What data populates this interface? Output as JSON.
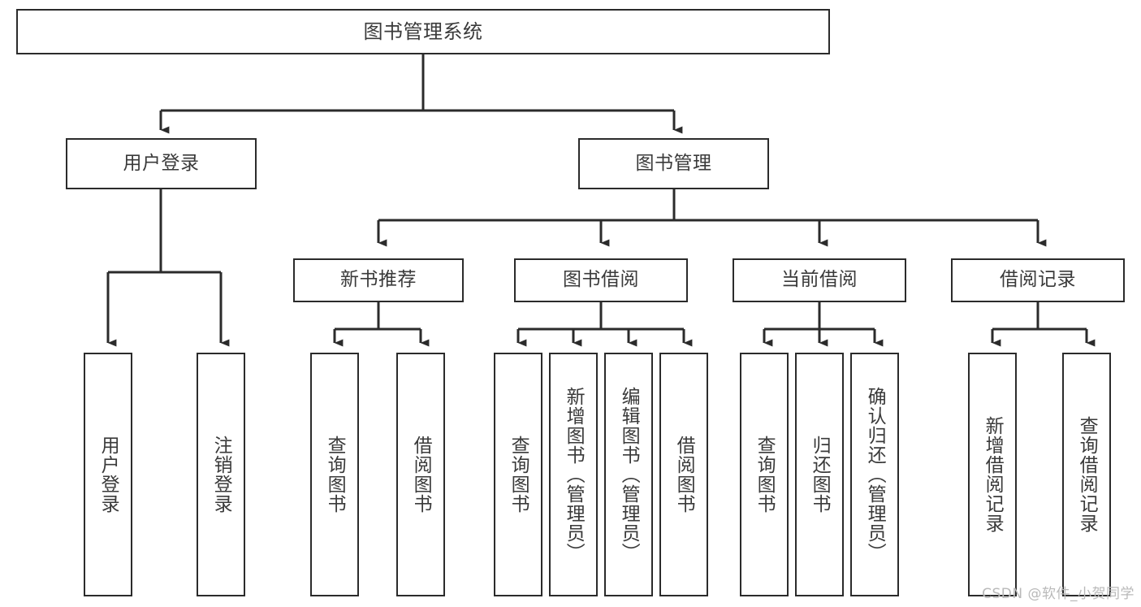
{
  "diagram": {
    "type": "tree",
    "title": "图书管理系统",
    "orientation": "top-down",
    "colors": {
      "background": "#ffffff",
      "box_border": "#2b2b2b",
      "box_fill": "#ffffff",
      "text": "#3a3a3a",
      "connector": "#2b2b2b",
      "watermark": "#b9b9b9"
    },
    "nodes": {
      "root": {
        "label": "图书管理系统"
      },
      "level2": [
        {
          "id": "user-login",
          "label": "用户登录"
        },
        {
          "id": "book-manage",
          "label": "图书管理"
        }
      ],
      "level3": [
        {
          "id": "new-book-recommend",
          "label": "新书推荐"
        },
        {
          "id": "book-borrow",
          "label": "图书借阅"
        },
        {
          "id": "current-borrow",
          "label": "当前借阅"
        },
        {
          "id": "borrow-record",
          "label": "借阅记录"
        }
      ],
      "leaves": {
        "user-login": [
          {
            "id": "leaf-user-login",
            "label": "用户登录"
          },
          {
            "id": "leaf-user-logout",
            "label": "注销登录"
          }
        ],
        "new-book-recommend": [
          {
            "id": "leaf-query-book-1",
            "label": "查询图书"
          },
          {
            "id": "leaf-borrow-book-1",
            "label": "借阅图书"
          }
        ],
        "book-borrow": [
          {
            "id": "leaf-query-book-2",
            "label": "查询图书"
          },
          {
            "id": "leaf-add-book",
            "label": "新增图书（管理员）"
          },
          {
            "id": "leaf-edit-book",
            "label": "编辑图书（管理员）"
          },
          {
            "id": "leaf-borrow-book-2",
            "label": "借阅图书"
          }
        ],
        "current-borrow": [
          {
            "id": "leaf-query-book-3",
            "label": "查询图书"
          },
          {
            "id": "leaf-return-book",
            "label": "归还图书"
          },
          {
            "id": "leaf-confirm-return",
            "label": "确认归还（管理员）"
          }
        ],
        "borrow-record": [
          {
            "id": "leaf-add-record",
            "label": "新增借阅记录"
          },
          {
            "id": "leaf-query-record",
            "label": "查询借阅记录"
          }
        ]
      }
    },
    "watermark": "CSDN @软件_小贺同学"
  }
}
